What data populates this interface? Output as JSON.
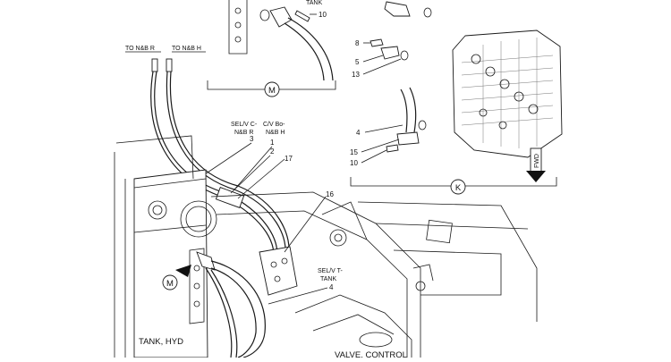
{
  "labels": {
    "to_nb_r": "TO N&B R",
    "to_nb_h": "TO N&B H",
    "tank_top": "TANK",
    "selv_c_line1": "SEL/V C-",
    "selv_c_line2": "N&B R",
    "cv_bo_line1": "C/V Bo-",
    "cv_bo_line2": "N&B H",
    "selv_t_line1": "SEL/V T-",
    "selv_t_line2": "TANK",
    "tank_hyd": "TANK, HYD",
    "valve_control": "VALVE, CONTROL",
    "fwd": "FWD"
  },
  "parts": {
    "p10_top": "10",
    "p8": "8",
    "p5": "5",
    "p13": "13",
    "p4_right": "4",
    "p15": "15",
    "p10_right": "10",
    "p3": "3",
    "p1": "1",
    "p2": "2",
    "p17": "17",
    "p16": "16",
    "p4_bottom": "4"
  },
  "callouts": {
    "m_detail": "M",
    "k_detail": "K",
    "m_pointer": "M"
  }
}
